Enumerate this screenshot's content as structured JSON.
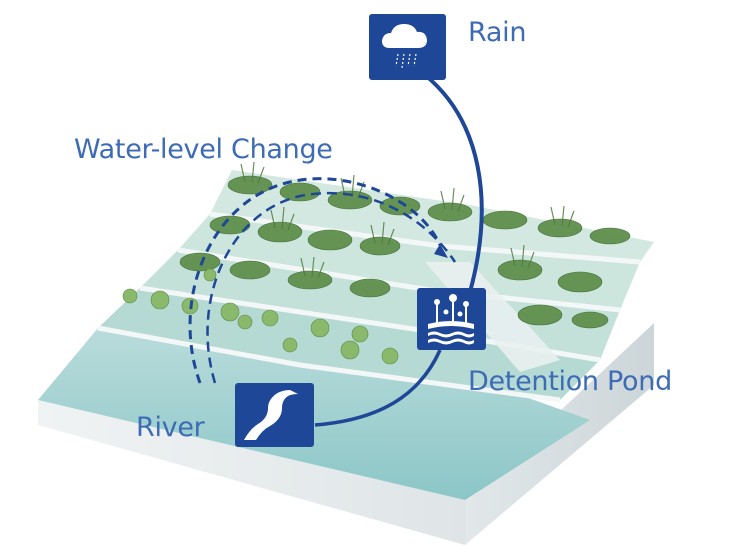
{
  "labels": {
    "rain": "Rain",
    "water_level_change": "Water-level Change",
    "detention_pond": "Detention Pond",
    "river": "River"
  },
  "icons": {
    "rain": "rain-cloud-icon",
    "detention_pond": "wetland-plants-icon",
    "river": "river-icon"
  },
  "colors": {
    "accent": "#1f4797",
    "label_text": "#3d6bb5",
    "water": "#9fd0d0",
    "water_deep": "#7fbfc2",
    "soil_side": "#e7ecee",
    "grass": "#6f9a57"
  }
}
